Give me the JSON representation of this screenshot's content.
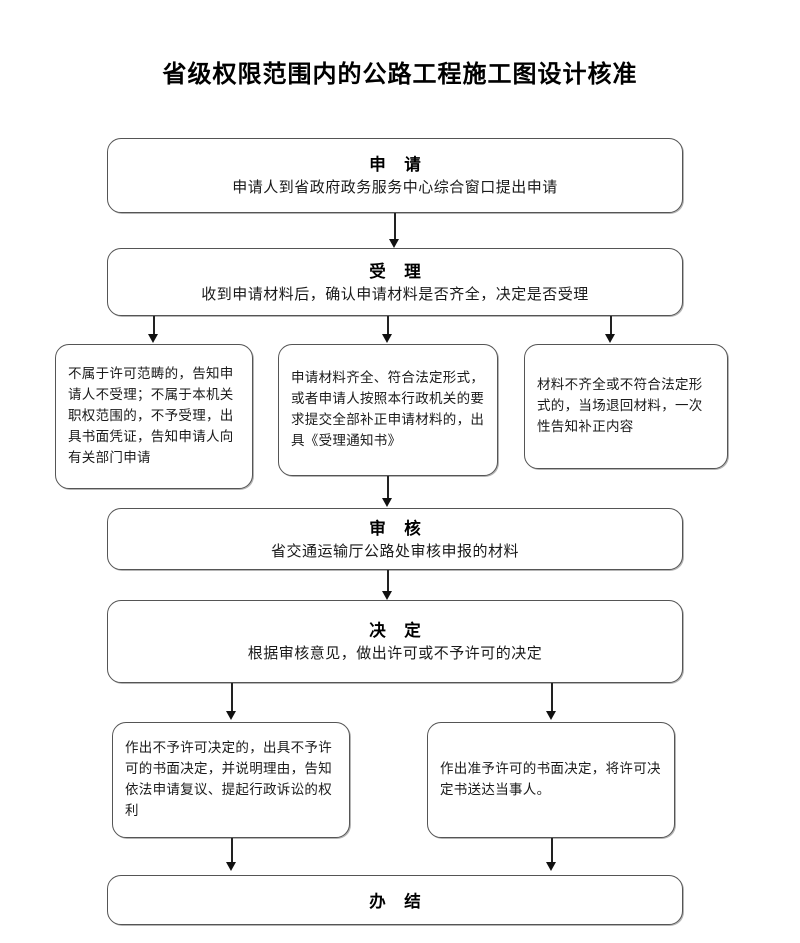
{
  "title": "省级权限范围内的公路工程施工图设计核准",
  "nodes": {
    "apply": {
      "heading": "申 请",
      "body": "申请人到省政府政务服务中心综合窗口提出申请"
    },
    "accept": {
      "heading": "受 理",
      "body": "收到申请材料后，确认申请材料是否齐全，决定是否受理"
    },
    "reject": {
      "body": "不属于许可范畴的，告知申请人不受理；不属于本机关职权范围的，不予受理，出具书面凭证，告知申请人向有关部门申请"
    },
    "complete": {
      "body": "申请材料齐全、符合法定形式，或者申请人按照本行政机关的要求提交全部补正申请材料的，出具《受理通知书》"
    },
    "incomplete": {
      "body": "材料不齐全或不符合法定形式的，当场退回材料，一次性告知补正内容"
    },
    "review": {
      "heading": "审 核",
      "body": "省交通运输厅公路处审核申报的材料"
    },
    "decision": {
      "heading": "决 定",
      "body": "根据审核意见，做出许可或不予许可的决定"
    },
    "deny": {
      "body": "作出不予许可决定的，出具不予许可的书面决定，并说明理由，告知依法申请复议、提起行政诉讼的权利"
    },
    "approve": {
      "body": "作出准予许可的书面决定，将许可决定书送达当事人。"
    },
    "finish": {
      "heading": "办 结"
    }
  },
  "colors": {
    "border": "#555555",
    "text": "#1a1a1a",
    "connector": "#222222",
    "background": "#ffffff"
  }
}
